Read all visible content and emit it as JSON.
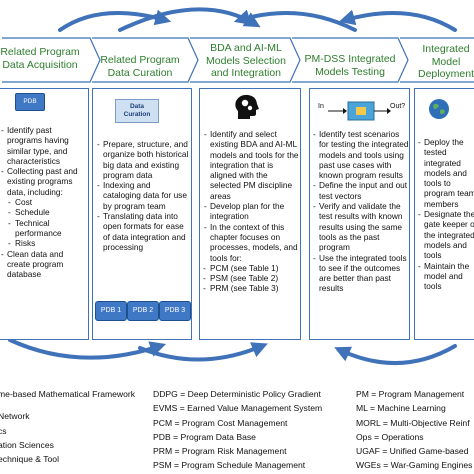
{
  "stages": [
    {
      "title": "Related Program\nData Acquisition",
      "icon_label": "PDB",
      "bullets": [
        "Identify past programs having similar type, and characteristics",
        "Collecting past and existing programs data, including:"
      ],
      "sub_bullets": [
        "Cost",
        "Schedule",
        "Technical performance",
        "Risks"
      ],
      "bullets_after": [
        "Clean data and create program database"
      ]
    },
    {
      "title": "Related Program\nData Curation",
      "image_text": "Data\nCuration",
      "bullets": [
        "Prepare, structure, and organize both historical big data and existing program data",
        "Indexing and cataloging data for use by program team",
        "Translating data into open formats for ease of data integration and processing"
      ],
      "pdb_labels": [
        "PDB 1",
        "PDB 2",
        "PDB 3"
      ]
    },
    {
      "title": "BDA and AI-ML\nModels Selection\nand Integration",
      "bullets": [
        "Identify and select existing BDA and AI-ML models and tools for the integration that is aligned with the selected PM discipline areas",
        "Develop plan for the integration",
        "In the context of this chapter focuses on processes, models, and tools for:"
      ],
      "sub_bullets": [
        "PCM (see Table 1)",
        "PSM (see Table 2)",
        "PRM (see Table 3)"
      ]
    },
    {
      "title": "PM-DSS Integrated\nModels Testing",
      "in_label": "In",
      "out_label": "Out?",
      "bullets": [
        "Identify test scenarios for testing the integrated models and tools using past use cases with known program results",
        "Define the input and out test vectors",
        "Verify and validate the test results with known results using the same tools as the past program",
        "Use the integrated tools to see if the outcomes are better than past results"
      ]
    },
    {
      "title": "Integrated\nModel\nDeployment",
      "bullets": [
        "Deploy the tested integrated models and tools to program team members",
        "Designate the gate keeper of the integrated models and tools",
        "Maintain the model and tools"
      ]
    }
  ],
  "legend": {
    "col1": [
      "me-based Mathematical Framework",
      "Network",
      "cs",
      "ation Sciences",
      "echnique & Tool"
    ],
    "col2": [
      "DDPG = Deep Deterministic Policy Gradient",
      "EVMS = Earned Value Management System",
      "PCM = Program Cost Management",
      "PDB = Program Data Base",
      "PRM = Program Risk Management",
      "PSM = Program Schedule Management"
    ],
    "col3": [
      "PM = Program Management",
      "ML = Machine Learning",
      "MORL = Multi-Objective Reinf",
      "Ops = Operations",
      "UGAF = Unified Game-based",
      "WGEs = War-Gaming Engines"
    ]
  },
  "colors": {
    "arrow": "#3f72b8",
    "title": "#2e7d2e",
    "panel_border": "#3f72b8",
    "pdb": "#3f78c4"
  }
}
